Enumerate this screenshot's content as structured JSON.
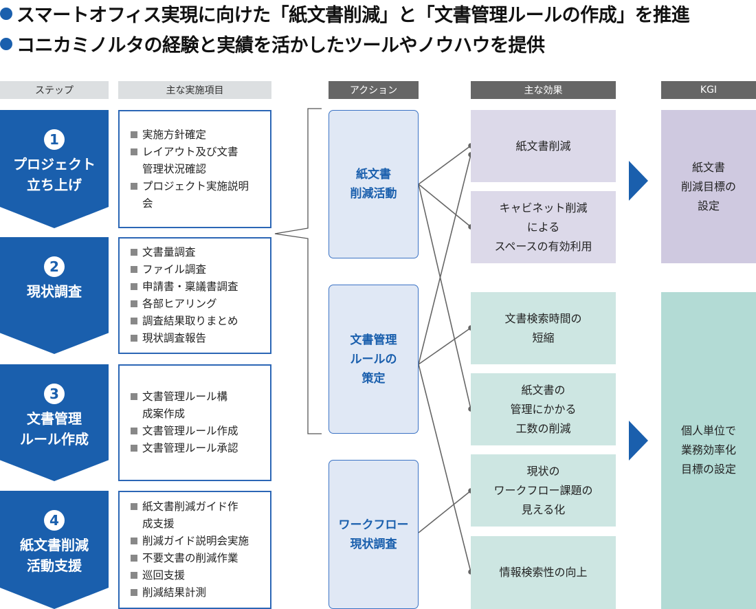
{
  "headline": [
    "スマートオフィス実現に向けた「紙文書削減」と「文書管理ルールの作成」を推進",
    "コニカミノルタの経験と実績を活かしたツールやノウハウを提供"
  ],
  "headers": {
    "step": "ステップ",
    "items": "主な実施項目",
    "action": "アクション",
    "effect": "主な効果",
    "kgi": "KGI"
  },
  "steps": [
    {
      "num": "1",
      "label": "プロジェクト\n立ち上げ",
      "items": [
        "実施方針確定",
        "レイアウト及び文書管理状況確認",
        "プロジェクト実施説明会"
      ]
    },
    {
      "num": "2",
      "label": "現状調査",
      "items": [
        "文書量調査",
        "ファイル調査",
        "申請書・稟議書調査",
        "各部ヒアリング",
        "調査結果取りまとめ",
        "現状調査報告"
      ]
    },
    {
      "num": "3",
      "label": "文書管理\nルール作成",
      "items": [
        "文書管理ルール構成案作成",
        "文書管理ルール作成",
        "文書管理ルール承認"
      ]
    },
    {
      "num": "4",
      "label": "紙文書削減\n活動支援",
      "items": [
        "紙文書削減ガイド作成支援",
        "削減ガイド説明会実施",
        "不要文書の削減作業",
        "巡回支援",
        "削減結果計測"
      ]
    }
  ],
  "actions": [
    "紙文書\n削減活動",
    "文書管理\nルールの\n策定",
    "ワークフロー\n現状調査"
  ],
  "effects": [
    "紙文書削減",
    "キャビネット削減\nによる\nスペースの有効利用",
    "文書検索時間の\n短縮",
    "紙文書の\n管理にかかる\n工数の削減",
    "現状の\nワークフロー課題の\n見える化",
    "情報検索性の向上"
  ],
  "kgi": [
    "紙文書\n削減目標の\n設定",
    "個人単位で\n業務効率化\n目標の設定"
  ],
  "colors": {
    "brand": "#1a5fad",
    "purple": "#dcd9e9",
    "green": "#cde6e2"
  }
}
